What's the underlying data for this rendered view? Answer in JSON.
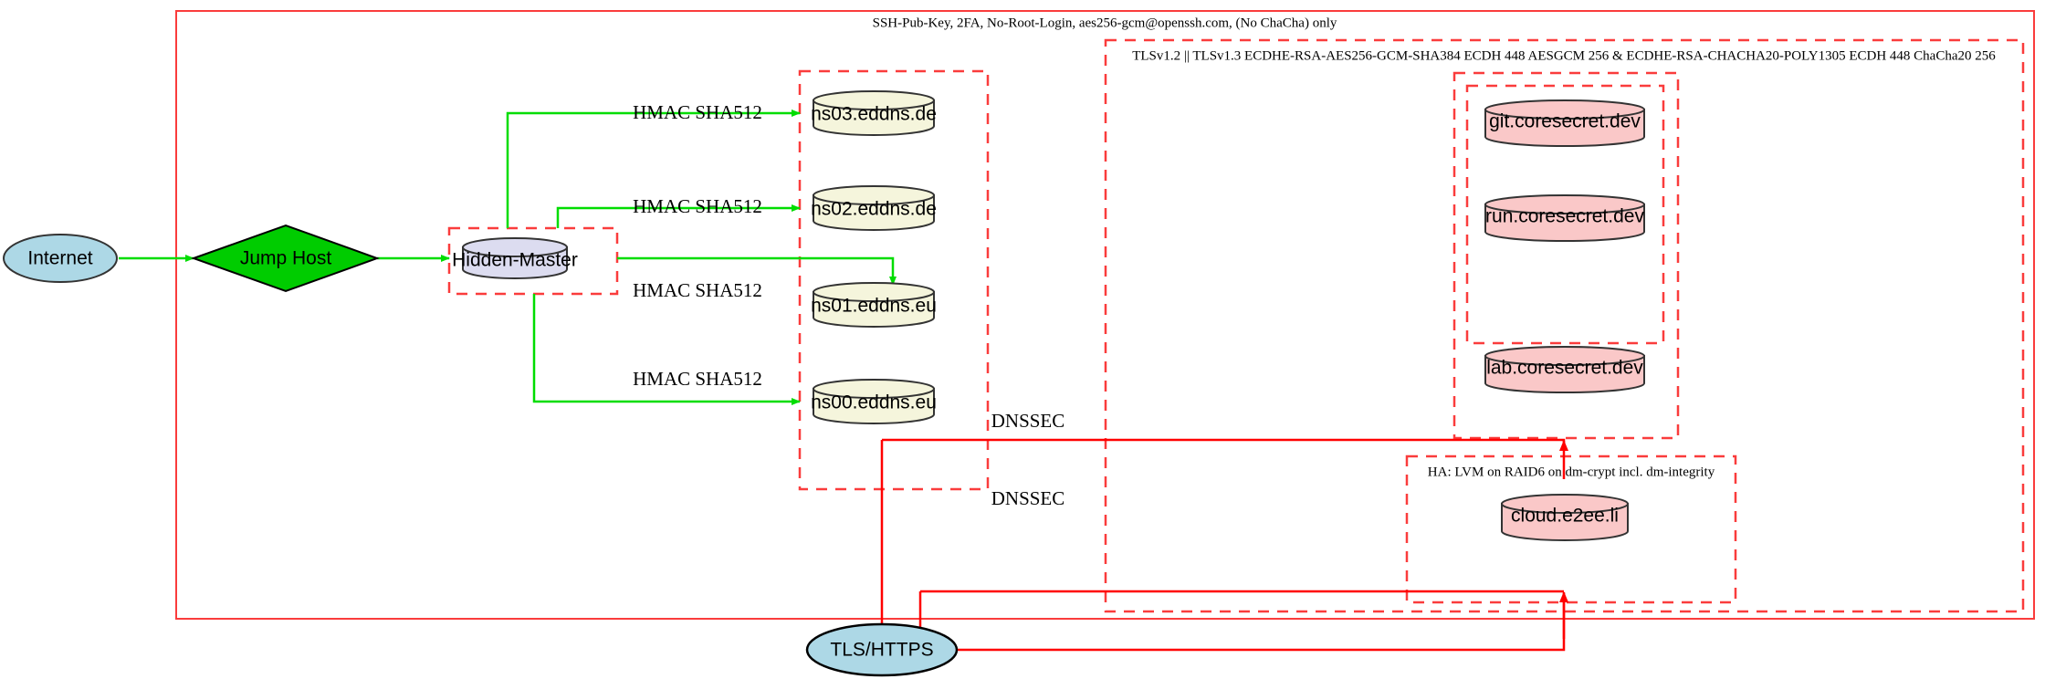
{
  "diagram": {
    "title_label": "SSH-Pub-Key, 2FA, No-Root-Login, aes256-gcm@openssh.com, (No ChaCha) only",
    "clusters": [
      {
        "name": "outer-boundary",
        "label": "SSH-Pub-Key, 2FA, No-Root-Login, aes256-gcm@openssh.com, (No ChaCha) only",
        "style": "solid",
        "color": "#fa3c3c"
      },
      {
        "name": "tls-cluster",
        "label": "TLSv1.2 || TLSv1.3 ECDHE-RSA-AES256-GCM-SHA384 ECDH 448 AESGCM 256 & ECDHE-RSA-CHACHA20-POLY1305 ECDH 448 ChaCha20 256",
        "style": "dashed",
        "color": "#fa3c3c"
      },
      {
        "name": "ha-cluster",
        "label": "HA: LVM on RAID6 on dm-crypt incl. dm-integrity",
        "style": "dashed",
        "color": "#fa3c3c"
      },
      {
        "name": "hidden-master-cluster",
        "label": "",
        "style": "dashed",
        "color": "#fa3c3c"
      },
      {
        "name": "eddns-cluster",
        "label": "",
        "style": "dashed",
        "color": "#fa3c3c"
      },
      {
        "name": "coresecret-cluster",
        "label": "",
        "style": "dashed",
        "color": "#fa3c3c"
      }
    ],
    "nodes": [
      {
        "id": "internet",
        "label": "Internet",
        "shape": "ellipse",
        "fill": "#add8e6"
      },
      {
        "id": "jumphost",
        "label": "Jump Host",
        "shape": "diamond",
        "fill": "#00cc00"
      },
      {
        "id": "hiddenmaster",
        "label": "Hidden-Master",
        "shape": "cylinder",
        "fill": "#dcdcf0"
      },
      {
        "id": "ns03",
        "label": "ns03.eddns.de",
        "shape": "cylinder",
        "fill": "#f5f5dc"
      },
      {
        "id": "ns02",
        "label": "ns02.eddns.de",
        "shape": "cylinder",
        "fill": "#f5f5dc"
      },
      {
        "id": "ns01",
        "label": "ns01.eddns.eu",
        "shape": "cylinder",
        "fill": "#f5f5dc"
      },
      {
        "id": "ns00",
        "label": "ns00.eddns.eu",
        "shape": "cylinder",
        "fill": "#f5f5dc"
      },
      {
        "id": "git",
        "label": "git.coresecret.dev",
        "shape": "cylinder",
        "fill": "#fac8c8"
      },
      {
        "id": "run",
        "label": "run.coresecret.dev",
        "shape": "cylinder",
        "fill": "#fac8c8"
      },
      {
        "id": "lab",
        "label": "lab.coresecret.dev",
        "shape": "cylinder",
        "fill": "#fac8c8"
      },
      {
        "id": "cloud",
        "label": "cloud.e2ee.li",
        "shape": "cylinder",
        "fill": "#fac8c8"
      },
      {
        "id": "tlshttps",
        "label": "TLS/HTTPS",
        "shape": "ellipse",
        "fill": "#add8e6"
      }
    ],
    "edge_labels": {
      "hmac_ns03": "HMAC SHA512",
      "hmac_ns02": "HMAC SHA512",
      "hmac_ns01": "HMAC SHA512",
      "hmac_ns00": "HMAC SHA512",
      "dnssec_upper": "DNSSEC",
      "dnssec_lower": "DNSSEC"
    },
    "colors": {
      "edge_green": "#00dd00",
      "edge_red": "#ff0000",
      "cluster_red": "#fa3c3c",
      "stroke_dark": "#333333"
    }
  }
}
